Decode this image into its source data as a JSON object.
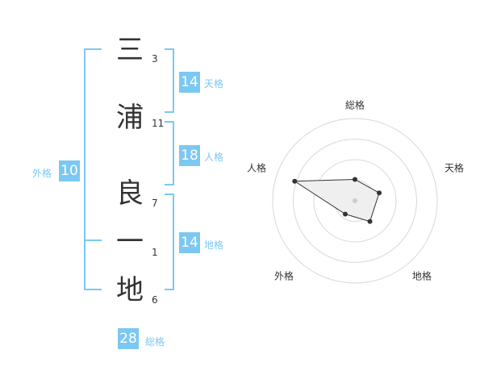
{
  "name": {
    "characters": [
      {
        "char": "三",
        "strokes": "3"
      },
      {
        "char": "浦",
        "strokes": "11"
      },
      {
        "char": "良",
        "strokes": "7"
      },
      {
        "char": "一",
        "strokes": "1"
      },
      {
        "char": "地",
        "strokes": "6"
      }
    ]
  },
  "grids": {
    "tenkaku": {
      "value": "14",
      "label": "天格"
    },
    "jinkaku": {
      "value": "18",
      "label": "人格"
    },
    "chikaku": {
      "value": "14",
      "label": "地格"
    },
    "gaikaku": {
      "value": "10",
      "label": "外格"
    },
    "soukaku": {
      "value": "28",
      "label": "総格"
    }
  },
  "radar": {
    "axis_labels": [
      "総格",
      "天格",
      "地格",
      "外格",
      "人格"
    ],
    "values": [
      0.26,
      0.31,
      0.31,
      0.2,
      0.77
    ],
    "rings": 4,
    "colors": {
      "grid": "#d8d8d8",
      "fill": "#efefef",
      "line": "#333333",
      "point": "#333333",
      "center": "#cccccc"
    }
  },
  "colors": {
    "accent": "#7cc8f2",
    "text": "#333333"
  }
}
